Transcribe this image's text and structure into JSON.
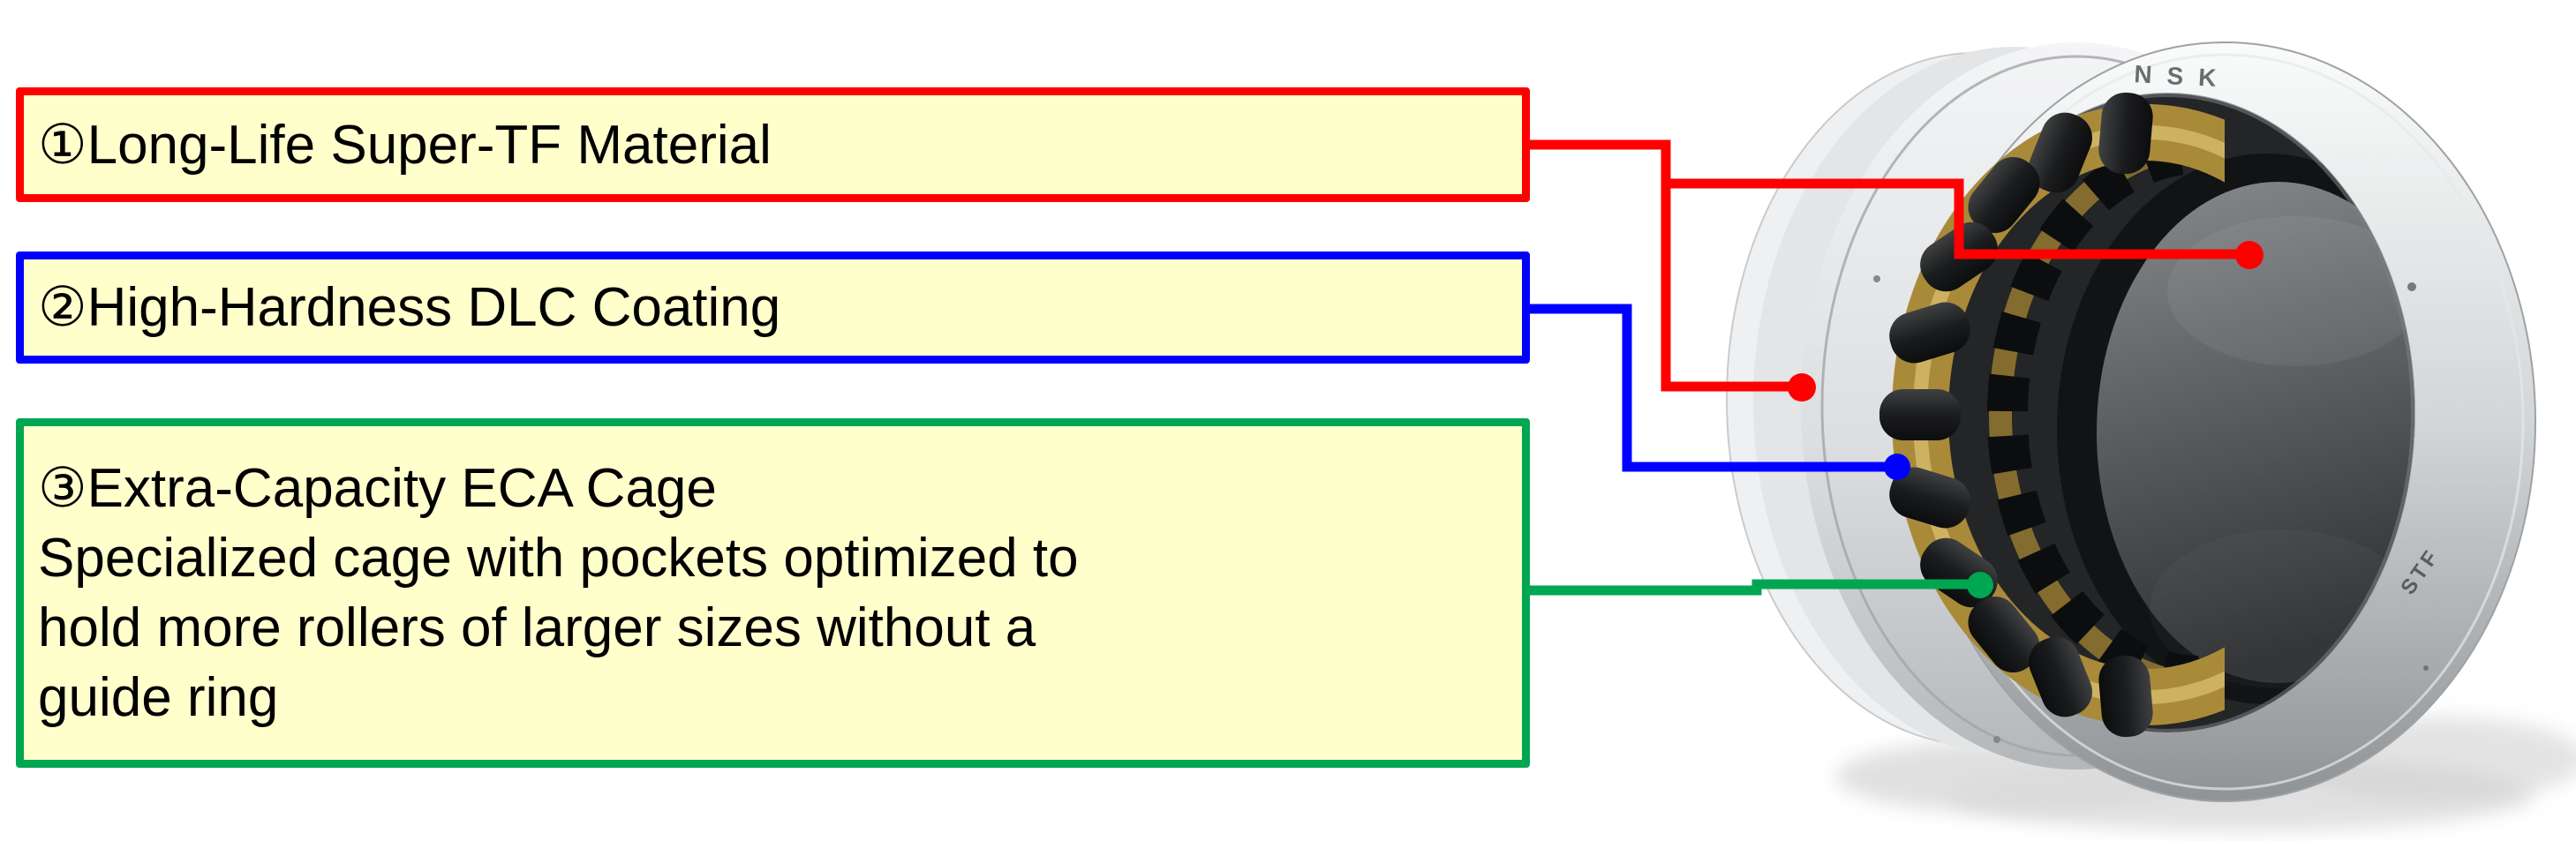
{
  "callouts": [
    {
      "id": 1,
      "lines": [
        "①Long-Life Super-TF Material"
      ],
      "border_color": "#FF0000"
    },
    {
      "id": 2,
      "lines": [
        "②High-Hardness DLC Coating"
      ],
      "border_color": "#0000FF"
    },
    {
      "id": 3,
      "lines": [
        "③Extra-Capacity ECA Cage",
        "Specialized cage with pockets optimized to",
        "hold more rollers of larger sizes without a",
        "guide ring"
      ],
      "border_color": "#00A651"
    }
  ],
  "box_fill": "#FFFFCC",
  "colors": {
    "red": "#FF0000",
    "blue": "#0000FF",
    "green": "#00A651",
    "text": "#000000",
    "background": "#FFFFFF"
  },
  "bearing": {
    "top_marking": "NSK",
    "side_marking": "STF"
  }
}
